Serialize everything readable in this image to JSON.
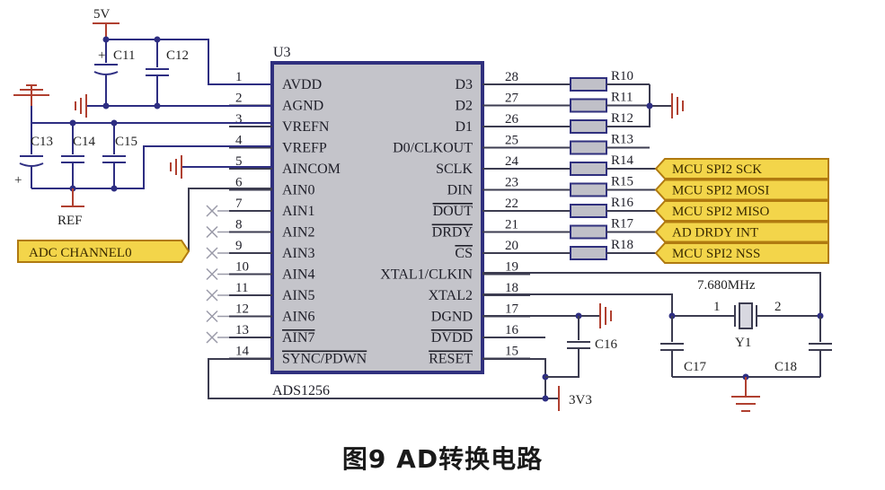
{
  "chip": {
    "ref": "U3",
    "part": "ADS1256",
    "left_pins": [
      {
        "num": "1",
        "name": "AVDD"
      },
      {
        "num": "2",
        "name": "AGND"
      },
      {
        "num": "3",
        "name": "VREFN"
      },
      {
        "num": "4",
        "name": "VREFP"
      },
      {
        "num": "5",
        "name": "AINCOM"
      },
      {
        "num": "6",
        "name": "AIN0"
      },
      {
        "num": "7",
        "name": "AIN1"
      },
      {
        "num": "8",
        "name": "AIN2"
      },
      {
        "num": "9",
        "name": "AIN3"
      },
      {
        "num": "10",
        "name": "AIN4"
      },
      {
        "num": "11",
        "name": "AIN5"
      },
      {
        "num": "12",
        "name": "AIN6"
      },
      {
        "num": "13",
        "name": "AIN7"
      },
      {
        "num": "14",
        "name": "SYNC/PDWN"
      }
    ],
    "right_pins": [
      {
        "num": "28",
        "name": "D3"
      },
      {
        "num": "27",
        "name": "D2"
      },
      {
        "num": "26",
        "name": "D1"
      },
      {
        "num": "25",
        "name": "D0/CLKOUT"
      },
      {
        "num": "24",
        "name": "SCLK"
      },
      {
        "num": "23",
        "name": "DIN"
      },
      {
        "num": "22",
        "name": "DOUT"
      },
      {
        "num": "21",
        "name": "DRDY"
      },
      {
        "num": "20",
        "name": "CS"
      },
      {
        "num": "19",
        "name": "XTAL1/CLKIN"
      },
      {
        "num": "18",
        "name": "XTAL2"
      },
      {
        "num": "17",
        "name": "DGND"
      },
      {
        "num": "16",
        "name": "DVDD"
      },
      {
        "num": "15",
        "name": "RESET"
      }
    ]
  },
  "resistors": [
    "R10",
    "R11",
    "R12",
    "R13",
    "R14",
    "R15",
    "R16",
    "R17",
    "R18"
  ],
  "net_tags": [
    "MCU SPI2 SCK",
    "MCU SPI2 MOSI",
    "MCU SPI2 MISO",
    "AD DRDY INT",
    "MCU SPI2 NSS"
  ],
  "input_tag": "ADC CHANNEL0",
  "supplies": {
    "vcc5": "5V",
    "vcc33": "3V3",
    "ref": "REF"
  },
  "capacitors": {
    "c11": "C11",
    "c12": "C12",
    "c13": "C13",
    "c14": "C14",
    "c15": "C15",
    "c16": "C16",
    "c17": "C17",
    "c18": "C18"
  },
  "crystal": {
    "ref": "Y1",
    "freq": "7.680MHz",
    "pin1": "1",
    "pin2": "2"
  },
  "caption": "图9   AD转换电路"
}
